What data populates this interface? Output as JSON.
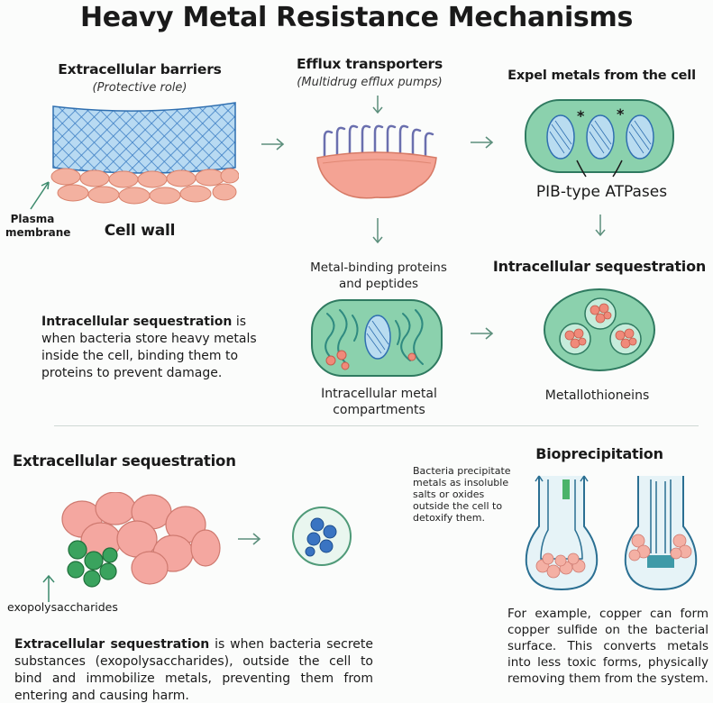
{
  "title": "Heavy Metal Resistance Mechanisms",
  "colors": {
    "teal": "#7fc8a6",
    "teal_dark": "#2f7a60",
    "pink": "#f2a99a",
    "blue": "#3a78c2",
    "green": "#2e9a52",
    "arrow": "#5c8f7c"
  },
  "panels": {
    "extracellular_barriers": {
      "heading": "Extracellular barriers",
      "subheading": "(Protective role)",
      "plasma_label_1": "Plasma",
      "plasma_label_2": "membrane",
      "cell_wall_label": "Cell wall"
    },
    "efflux": {
      "heading": "Efflux transporters",
      "subheading": "(Multidrug efflux pumps)"
    },
    "expel": {
      "heading": "Expel metals from the cell",
      "label": "PIB-type ATPases"
    },
    "metal_binding": {
      "label_1": "Metal-binding proteins",
      "label_2": "and peptides",
      "compartments_1": "Intracellular metal",
      "compartments_2": "compartments"
    },
    "intracellular": {
      "heading": "Intracellular sequestration",
      "label": "Metallothioneins"
    },
    "intracellular_text": {
      "bold": "Intracellular sequestration",
      "rest": " is when bacteria store heavy metals inside the cell, binding them to proteins to prevent damage."
    },
    "extracellular_seq": {
      "heading": "Extracellular sequestration",
      "eps_label": "exopolysaccharides"
    },
    "extracellular_text": {
      "bold": "Extracellular sequestration",
      "rest": " is when bacteria secrete substances (exopolysaccharides), outside the cell to bind and immobilize metals, preventing them from entering and causing harm."
    },
    "bioprecipitation": {
      "heading": "Bioprecipitation",
      "note": "Bacteria precipitate metals as insoluble salts or oxides outside the cell to detoxify them.",
      "example": "For example, copper can form copper sulfide on the bacterial surface. This converts metals into less toxic forms, physically removing them from the system."
    }
  }
}
